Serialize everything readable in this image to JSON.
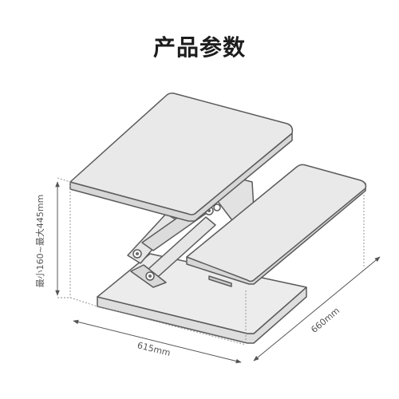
{
  "page": {
    "title": "产品参数"
  },
  "dimensions": {
    "height_range": "最小160~最大445mm",
    "width": "615mm",
    "depth": "660mm"
  }
}
